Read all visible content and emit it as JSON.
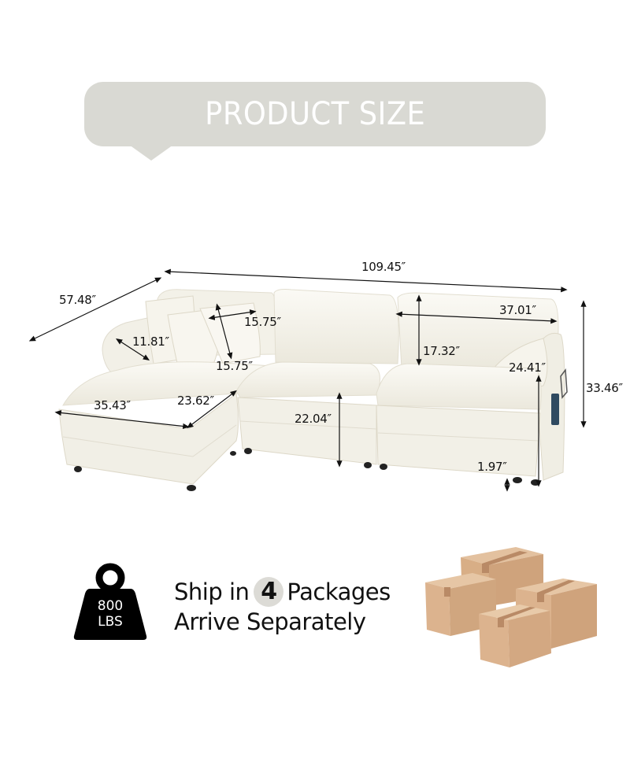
{
  "banner": {
    "title": "PRODUCT SIZE",
    "bg_color": "#d9d9d3"
  },
  "dimensions": {
    "overall_width": "109.45″",
    "overall_depth": "57.48″",
    "overall_height": "33.46″",
    "pillow_width": "15.75″",
    "pillow_height": "15.75″",
    "armrest_width": "11.81″",
    "ottoman_width": "35.43″",
    "ottoman_depth": "23.62″",
    "seat_height": "22.04″",
    "backrest_height": "17.32″",
    "seat_width": "37.01″",
    "arm_height": "24.41″",
    "leg_height": "1.97″"
  },
  "weight": {
    "value": "800",
    "unit": "LBS"
  },
  "shipping": {
    "line1_prefix": "Ship in",
    "package_count": "4",
    "line1_suffix": "Packages",
    "line2": "Arrive Separately"
  },
  "colors": {
    "sofa": "#f4f2ea",
    "box": "#dcb38e",
    "box_tape": "#b98a66"
  }
}
